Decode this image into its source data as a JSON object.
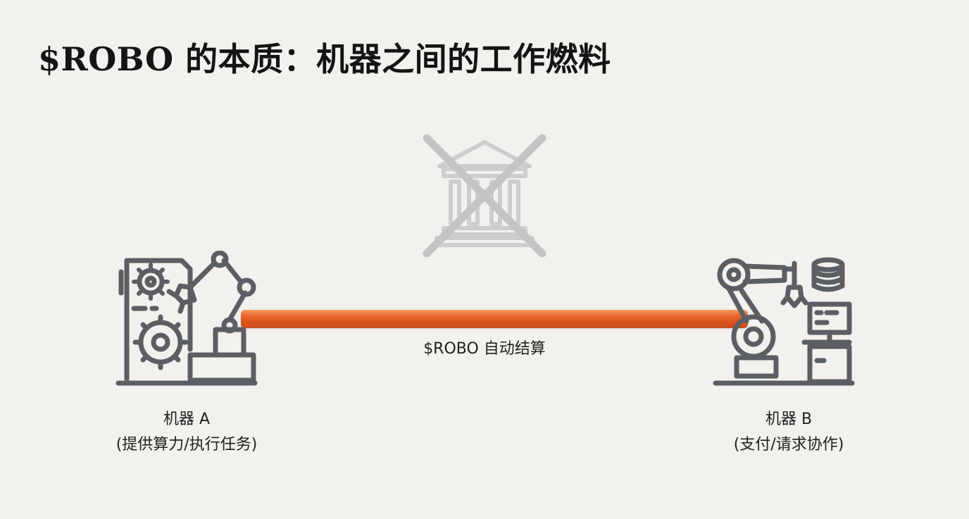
{
  "title": "$ROBO 的本质：机器之间的工作燃料",
  "link": {
    "label": "$ROBO 自动结算",
    "color": "#e35e22"
  },
  "machine_a": {
    "name": "机器 A",
    "role": "(提供算力/执行任务)",
    "icon": "factory-robot-arm-icon"
  },
  "machine_b": {
    "name": "机器 B",
    "role": "(支付/请求协作)",
    "icon": "robot-arm-workstation-icon"
  },
  "bank": {
    "icon": "bank-crossed-out-icon"
  },
  "colors": {
    "icon_stroke": "#5b5f63",
    "bank_faded": "#c9c9c9",
    "background": "#f2f1ed"
  }
}
